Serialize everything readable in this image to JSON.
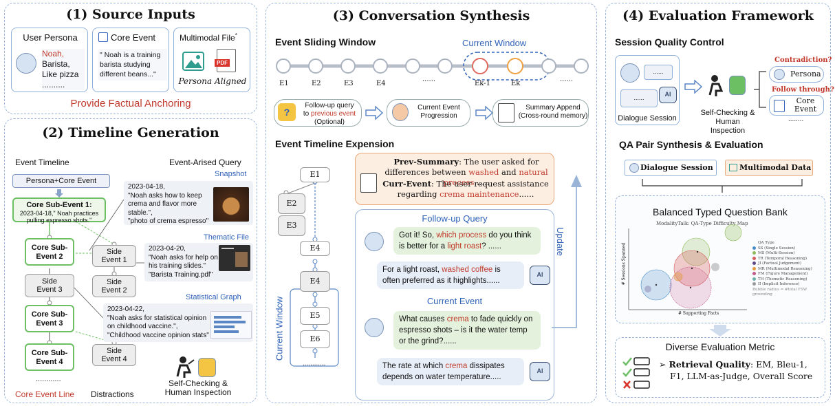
{
  "panel1": {
    "title": "(1) Source Inputs",
    "persona_label": "User Persona",
    "persona_name": "Noah,",
    "persona_job": "Barista,",
    "persona_like": "Like pizza",
    "persona_more": "..........",
    "core_event_label": "Core Event",
    "core_event_text": "\" Noah is a training barista studying different beans...\"",
    "multimodal_label": "Multimodal File",
    "multimodal_star": "*",
    "pdf": "PDF",
    "persona_aligned": "Persona Aligned",
    "anchoring": "Provide Factual Anchoring"
  },
  "panel2": {
    "title": "(2) Timeline Generation",
    "event_timeline": "Event Timeline",
    "event_query": "Event-Arised Query",
    "persona_core": "Persona+Core Event",
    "core1_title": "Core Sub-Event 1:",
    "core1_text": "2023-04-18,\" Noah practices pulling espresso shots.\"",
    "core2": "Core Sub-Event 2",
    "core3": "Core Sub-Event 3",
    "core4": "Core Sub-Event 4",
    "side1": "Side Event 1",
    "side2": "Side Event 2",
    "side3": "Side Event 3",
    "side4": "Side Event 4",
    "snapshot": "Snapshot",
    "snap_date": "2023-04-18,",
    "snap_q": "\"Noah asks how to keep crema and flavor more stable.\",",
    "snap_f": "\"photo of crema espresso\"",
    "thematic": "Thematic File",
    "them_date": "2023-04-20,",
    "them_q": "\"Noah asks for help on his training slides.\"",
    "them_f": "\"Barista Training.pdf\"",
    "statistical": "Statistical Graph",
    "stat_date": "2023-04-22,",
    "stat_q": "\"Noah asks for statistical opinion on childhood vaccine.\",",
    "stat_f": "\"Childhood vaccine opinion stats\"",
    "dots": "............",
    "core_line": "Core Event Line",
    "distractions": "Distractions",
    "self_check": "Self-Checking &",
    "human": "Human Inspection"
  },
  "panel3": {
    "title": "(3) Conversation Synthesis",
    "sliding": "Event Sliding Window",
    "current_window": "Current Window",
    "events": [
      "E1",
      "E2",
      "E3",
      "E4",
      "......",
      "Ek-1",
      "Ek",
      "......"
    ],
    "followup_a": "Follow-up query",
    "followup_b": "to",
    "followup_c": "previous event",
    "followup_d": "(Optional)",
    "progression_a": "Current Event",
    "progression_b": "Progression",
    "summary_a": "Summary Append",
    "summary_b": "(Cross-round memory)",
    "expension": "Event Timeline Expension",
    "prev_label": "Prev-Summary",
    "prev_text1": ": The user asked for differences",
    "prev_text2": "between",
    "prev_washed": "washed",
    "prev_and": "and",
    "prev_natural": "natural process",
    "prev_end": "......",
    "curr_label": "Curr-Event",
    "curr_text1": ": The user request assistance",
    "curr_text2": "regarding",
    "curr_crema": "crema maintenance",
    "curr_end": "......",
    "followup_query": "Follow-up Query",
    "u1_a": "Got it! So,",
    "u1_b": "which process",
    "u1_c": "do you think is better for a",
    "u1_d": "light roast",
    "u1_e": "? ......",
    "a1_a": "For a light roast,",
    "a1_b": "washed coffee",
    "a1_c": "is often preferred as it highlights......",
    "current_event": "Current Event",
    "u2_a": "What causes",
    "u2_b": "crema",
    "u2_c": "to fade quickly on espresso shots – is it the water temp or the grind?......",
    "a2_a": "The rate at which",
    "a2_b": "crema",
    "a2_c": "dissipates depends on water temperature.....",
    "update": "Update",
    "current_window_v": "Current Window",
    "timeline_nodes": [
      "E1",
      "E2",
      "E3",
      "E4",
      "E4",
      "E5",
      "E6"
    ],
    "tl_dots": "............"
  },
  "panel4": {
    "title": "(4) Evaluation Framework",
    "session_qc": "Session Quality Control",
    "dots1": "......",
    "dots2": "......",
    "dialogue_session": "Dialogue Session",
    "self_check": "Self-Checking &",
    "human": "Human Inspection",
    "contradiction": "Contradiction?",
    "persona": "Persona",
    "follow_through": "Follow through?",
    "core_event": "Core Event",
    "dots3": "........",
    "qa_title": "QA Pair Synthesis & Evaluation",
    "dialogue_chip": "Dialogue Session",
    "multimodal_chip": "Multimodal Data",
    "bank_title": "Balanced Typed Question Bank",
    "chart_title": "ModalityTalk: QA-Type Difficulty Map",
    "y_label": "# Sessions Spanned",
    "x_label": "# Supporting Facts",
    "legend_title": "QA Type",
    "legend": [
      "SS (Single Session)",
      "MS (Multi-Session)",
      "TR (Temporal Reasoning)",
      "JI (Factual Judgement)",
      "MR (Multimodal Reasoning)",
      "FM (Figure Management)",
      "TH (Thematic Reasoning)",
      "II (Implicit Inference)"
    ],
    "legend_colors": [
      "#4a90c8",
      "#8fbc5a",
      "#d65a5a",
      "#5c4a8a",
      "#e39a3b",
      "#c45a8a",
      "#6ab0a8",
      "#999999"
    ],
    "bubble_note": "Bubble radius = #total FSW grounding",
    "metric_title": "Diverse Evaluation Metric",
    "metric_label": "Retrieval Quality",
    "metric_text1": ": EM, Bleu-1,",
    "metric_text2": "F1, LLM-as-Judge,  Overall Score"
  }
}
